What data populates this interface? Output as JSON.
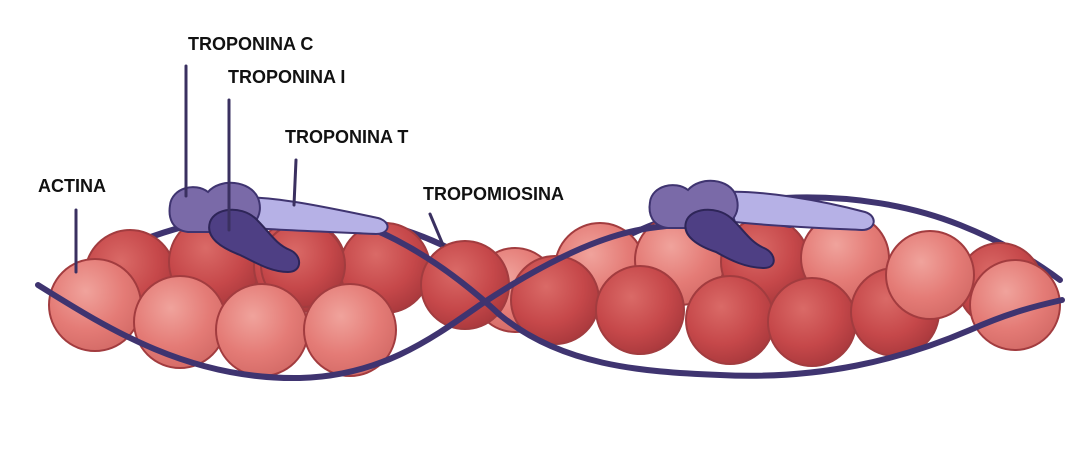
{
  "labels": {
    "troponin_c": "TROPONINA C",
    "troponin_i": "TROPONINA I",
    "troponin_t": "TROPONINA T",
    "actin": "ACTINA",
    "tropomyosin": "TROPOMIOSINA"
  },
  "colors": {
    "actin_light": "#e47b76",
    "actin_dark": "#c6484a",
    "actin_outline": "#a23c3f",
    "tropomyosin": "#3f3470",
    "troponin_c": "#7a6aa8",
    "troponin_i": "#4e3f84",
    "troponin_t": "#b6b1e6",
    "leader_line": "#3a3060"
  }
}
